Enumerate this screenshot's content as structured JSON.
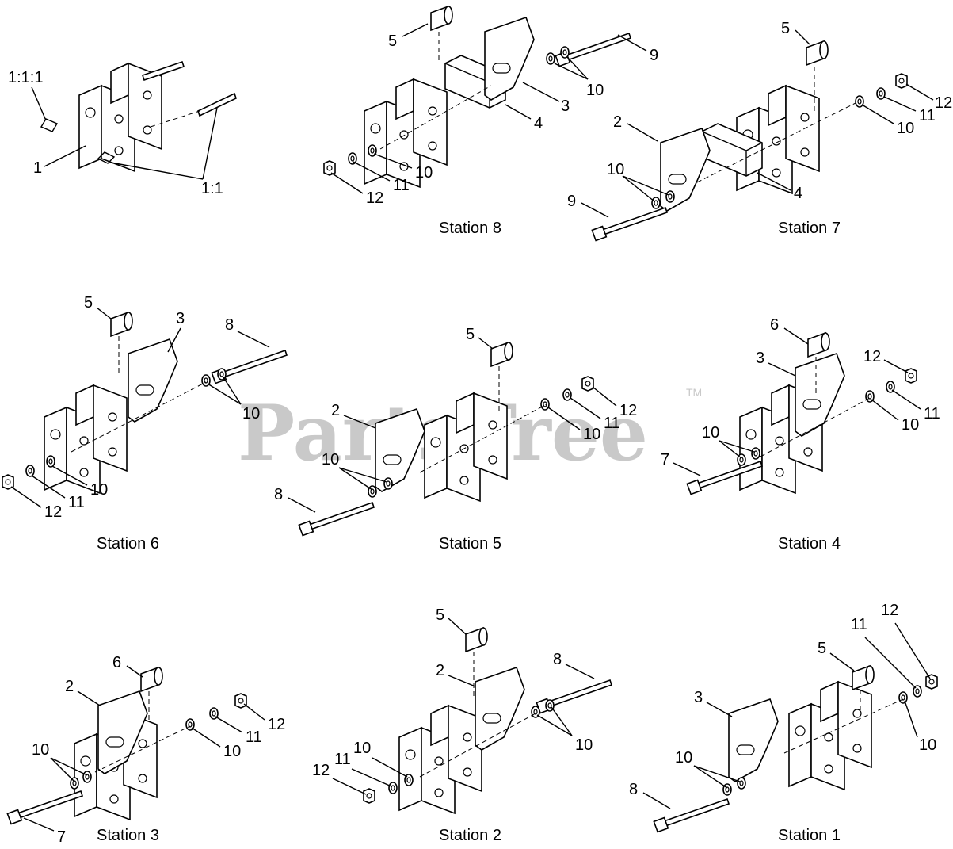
{
  "watermark": {
    "text": "PartsTree",
    "trademark": "TM"
  },
  "stations": [
    {
      "caption": "Station 8",
      "labels": [
        "5",
        "9",
        "10",
        "3",
        "4",
        "10",
        "11",
        "12"
      ]
    },
    {
      "caption": "Station 7",
      "labels": [
        "5",
        "12",
        "11",
        "10",
        "2",
        "10",
        "4",
        "9"
      ]
    },
    {
      "caption": "Station 6",
      "labels": [
        "5",
        "3",
        "8",
        "10",
        "10",
        "11",
        "12"
      ]
    },
    {
      "caption": "Station 5",
      "labels": [
        "5",
        "2",
        "12",
        "11",
        "10",
        "10",
        "8"
      ]
    },
    {
      "caption": "Station 4",
      "labels": [
        "6",
        "3",
        "12",
        "11",
        "10",
        "10",
        "7"
      ]
    },
    {
      "caption": "Station 3",
      "labels": [
        "6",
        "2",
        "12",
        "11",
        "10",
        "10",
        "7"
      ]
    },
    {
      "caption": "Station 2",
      "labels": [
        "5",
        "2",
        "8",
        "10",
        "10",
        "11",
        "12"
      ]
    },
    {
      "caption": "Station 1",
      "labels": [
        "12",
        "11",
        "5",
        "3",
        "10",
        "10",
        "8"
      ]
    }
  ],
  "detail": {
    "labels": [
      "1:1:1",
      "1",
      "1:1"
    ]
  }
}
